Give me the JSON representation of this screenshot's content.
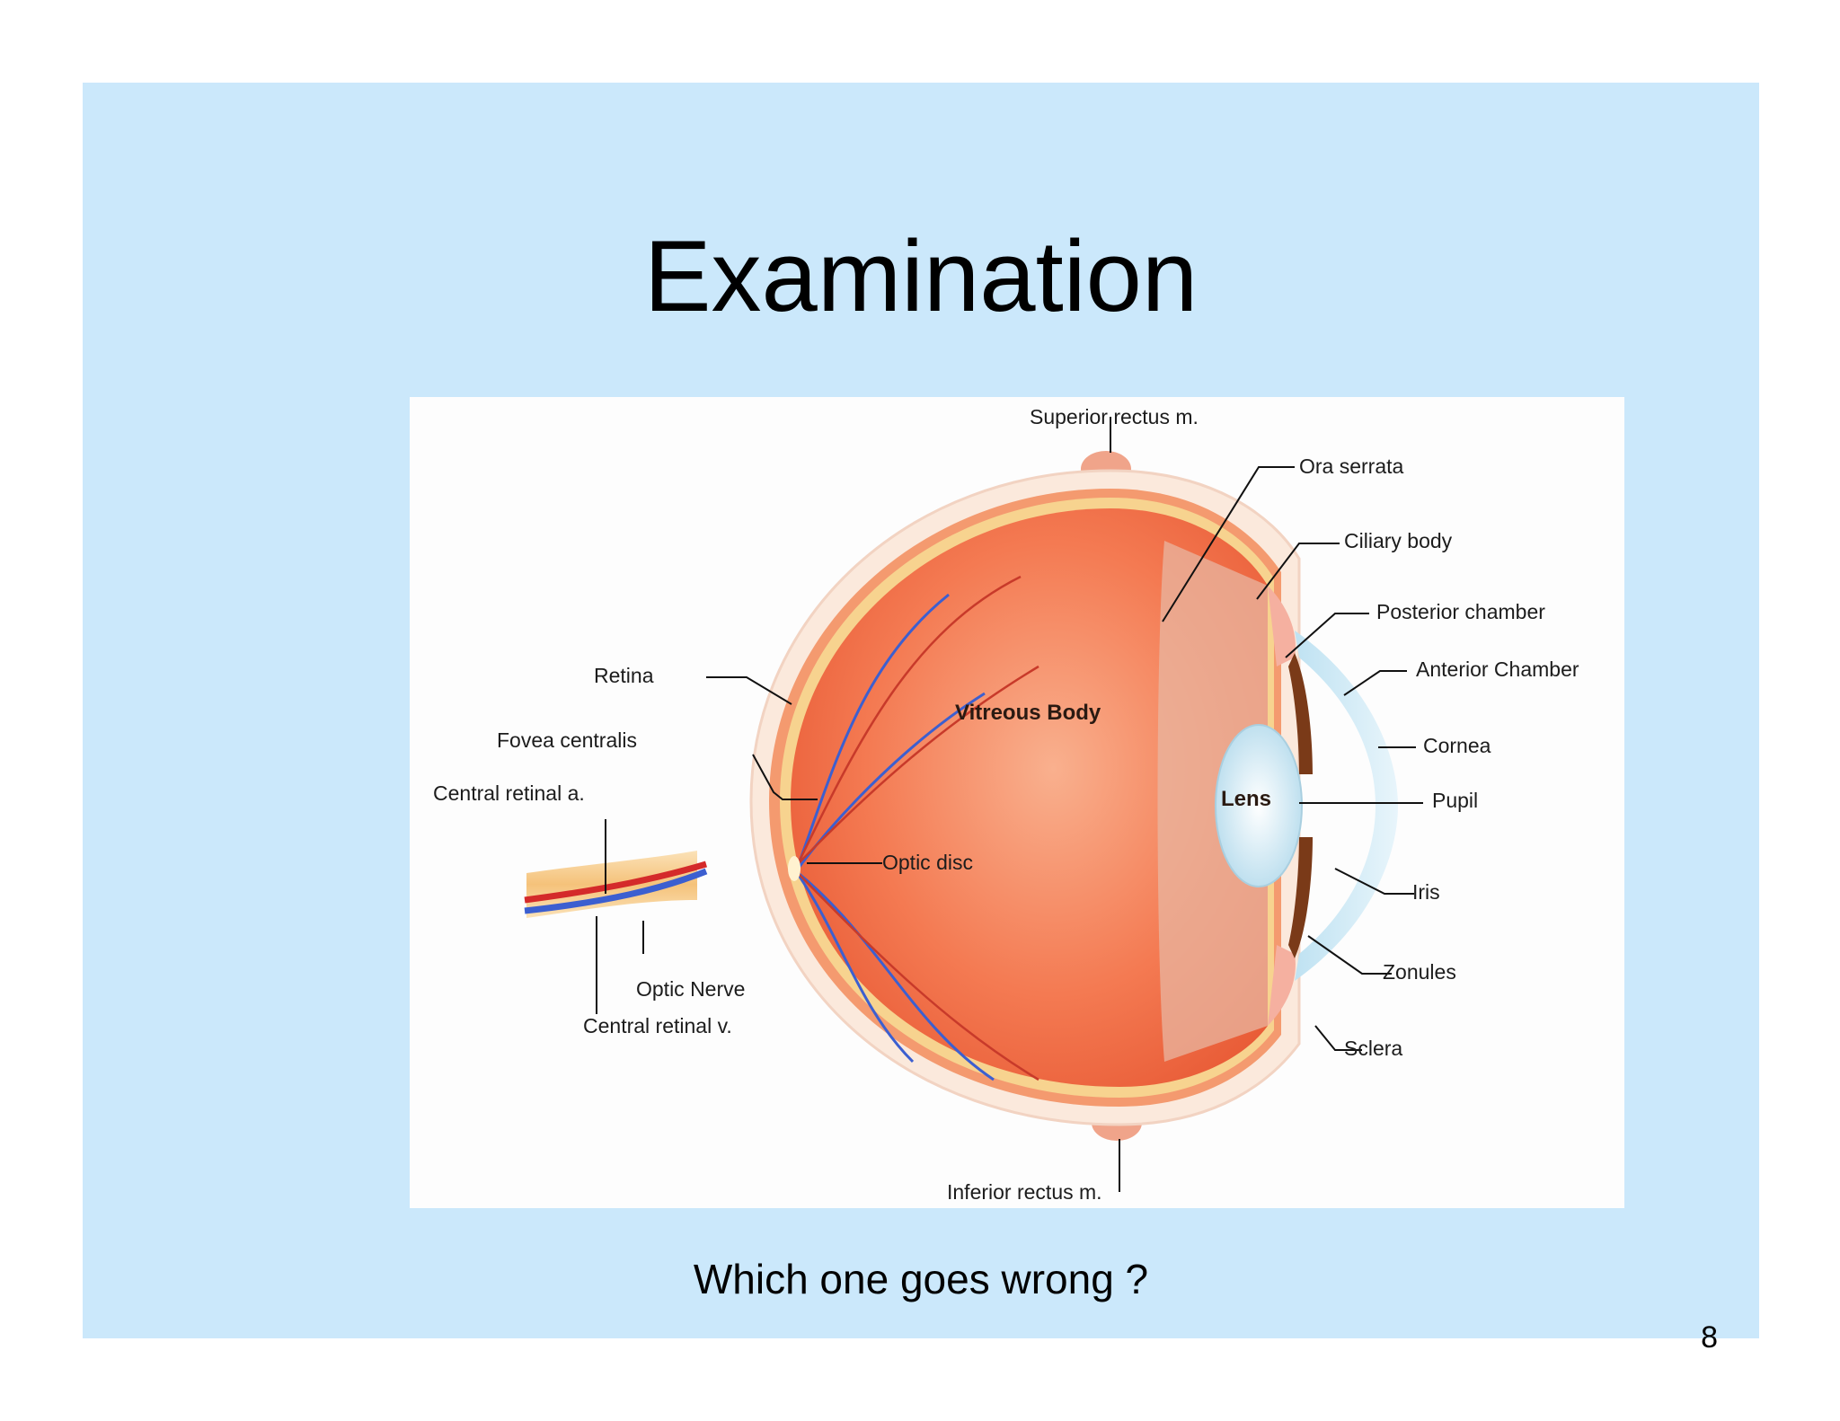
{
  "slide": {
    "title": "Examination",
    "caption": "Which one goes wrong ?",
    "page_number": "8",
    "background_color": "#cbe8fb"
  },
  "diagram": {
    "labels": {
      "superior_rectus": "Superior rectus m.",
      "ora_serrata": "Ora serrata",
      "ciliary_body": "Ciliary body",
      "posterior_chamber": "Posterior chamber",
      "anterior_chamber": "Anterior Chamber",
      "cornea": "Cornea",
      "pupil": "Pupil",
      "iris": "Iris",
      "zonules": "Zonules",
      "sclera": "Sclera",
      "inferior_rectus": "Inferior rectus m.",
      "retina": "Retina",
      "fovea_centralis": "Fovea centralis",
      "central_retinal_a": "Central retinal a.",
      "optic_disc": "Optic disc",
      "optic_nerve": "Optic Nerve",
      "central_retinal_v": "Central retinal v.",
      "vitreous_body": "Vitreous Body",
      "lens": "Lens"
    },
    "colors": {
      "eyeball": "#f26a45",
      "sclera": "#fbe9dc",
      "cornea": "#cde8f4",
      "iris": "#7a3a18",
      "lens": "#dff0f8",
      "artery": "#d42a2a",
      "vein": "#3c5fd0",
      "optic_nerve": "#f7c98a"
    }
  }
}
